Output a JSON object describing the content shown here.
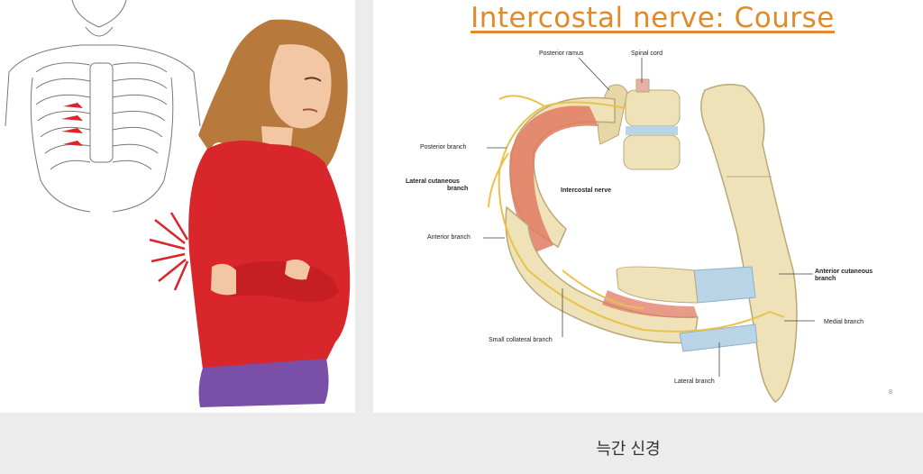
{
  "slide": {
    "title": "Intercostal nerve: Course",
    "labels": {
      "posterior_ramus": "Posterior ramus",
      "spinal_cord": "Spinal cord",
      "posterior_branch": "Posterior branch",
      "lateral_cutaneous_1": "Lateral cutaneous",
      "lateral_cutaneous_2": "branch",
      "intercostal_nerve": "Intercostal nerve",
      "anterior_branch": "Anterior branch",
      "anterior_cutaneous_1": "Anterior cutaneous",
      "anterior_cutaneous_2": "branch",
      "medial_branch": "Medial branch",
      "small_collateral_branch": "Small collateral branch",
      "lateral_branch": "Lateral branch"
    },
    "page_number": "8"
  },
  "caption": "늑간 신경",
  "colors": {
    "title": "#e08a2a",
    "shirt": "#d8262a",
    "hair": "#b7793c",
    "pants": "#7a4fa8",
    "bone": "#efe2b8",
    "muscle": "#e07a62",
    "cartilage": "#b8d4e6",
    "nerve": "#e8c24a"
  }
}
